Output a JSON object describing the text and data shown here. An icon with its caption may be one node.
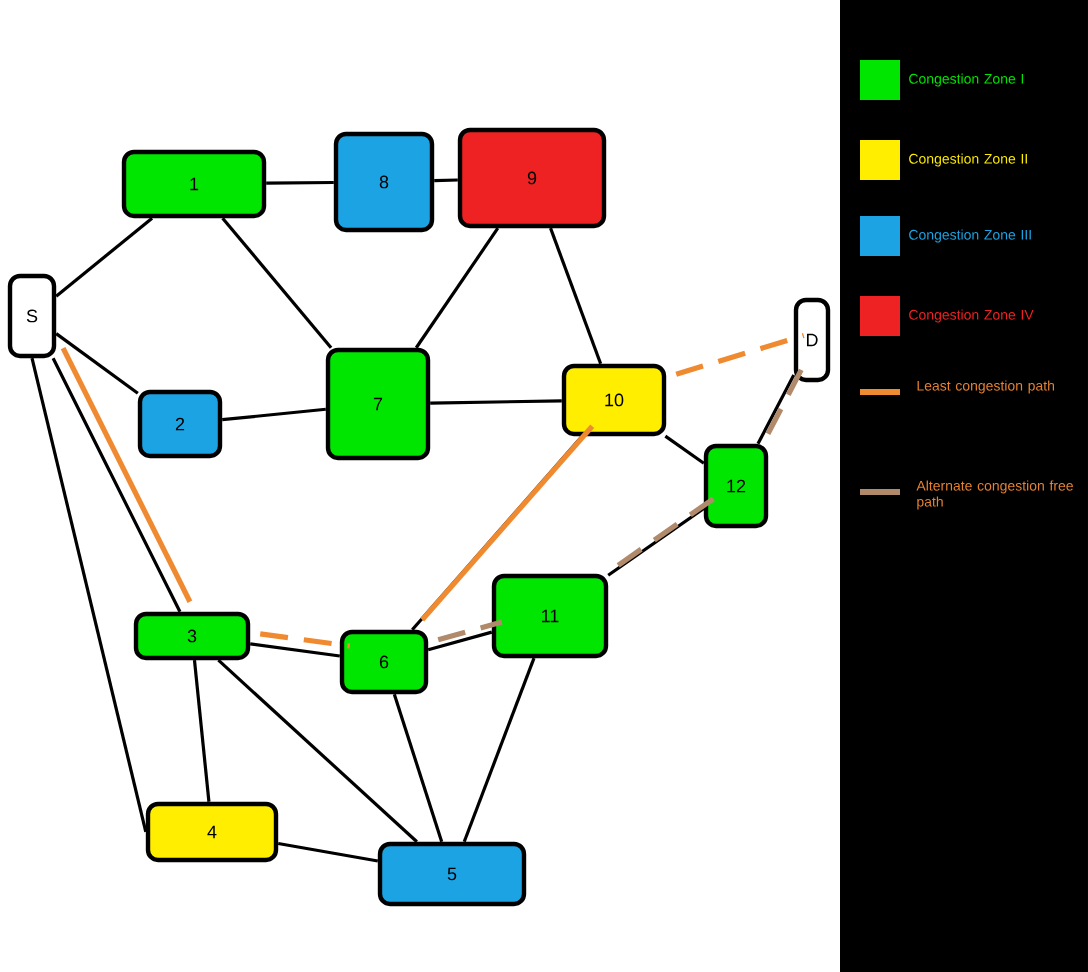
{
  "diagram": {
    "nodes": [
      {
        "text": [
          "S"
        ]
      },
      {
        "text": [
          "1"
        ]
      },
      {
        "text": [
          "8"
        ]
      },
      {
        "text": [
          "9"
        ]
      },
      {
        "text": [
          "2"
        ]
      },
      {
        "text": [
          "7"
        ]
      },
      {
        "text": [
          "10"
        ]
      },
      {
        "text": [
          "D"
        ]
      },
      {
        "text": [
          "12"
        ]
      },
      {
        "text": [
          "3"
        ]
      },
      {
        "text": [
          "6"
        ]
      },
      {
        "text": [
          "11"
        ]
      },
      {
        "text": [
          "4"
        ]
      },
      {
        "text": [
          "5"
        ]
      }
    ],
    "edges": [
      {
        "from": 0,
        "to": 1,
        "arrow": "none"
      },
      {
        "from": 0,
        "to": 4,
        "arrow": "none"
      },
      {
        "from": 0,
        "to": 9,
        "arrow": "none"
      },
      {
        "from": 0,
        "to": 12,
        "arrow": "none"
      },
      {
        "from": 1,
        "to": 2,
        "arrow": "none"
      },
      {
        "from": 2,
        "to": 3,
        "arrow": "none"
      },
      {
        "from": 1,
        "to": 5,
        "arrow": "none"
      },
      {
        "from": 3,
        "to": 5,
        "arrow": "none"
      },
      {
        "from": 3,
        "to": 6,
        "arrow": "none"
      },
      {
        "from": 4,
        "to": 5,
        "arrow": "none"
      },
      {
        "from": 5,
        "to": 6,
        "arrow": "none"
      },
      {
        "from": 6,
        "to": 8,
        "arrow": "none"
      },
      {
        "from": 8,
        "to": 7,
        "arrow": "none"
      },
      {
        "from": 9,
        "to": 10,
        "arrow": "none"
      },
      {
        "from": 10,
        "to": 6,
        "arrow": "none"
      },
      {
        "from": 10,
        "to": 11,
        "arrow": "none"
      },
      {
        "from": 11,
        "to": 8,
        "arrow": "none"
      },
      {
        "from": 9,
        "to": 12,
        "arrow": "none"
      },
      {
        "from": 9,
        "to": 13,
        "arrow": "none"
      },
      {
        "from": 12,
        "to": 13,
        "arrow": "none"
      },
      {
        "from": 10,
        "to": 13,
        "arrow": "none"
      },
      {
        "from": 11,
        "to": 13,
        "arrow": "none"
      },
      {
        "from": 0,
        "to": 9,
        "arrow": "none",
        "color": "#f08a30"
      },
      {
        "from": 9,
        "to": 10,
        "arrow": "none",
        "style": "dashed",
        "color": "#f08a30"
      },
      {
        "from": 10,
        "to": 6,
        "arrow": "none",
        "color": "#f08a30"
      },
      {
        "from": 6,
        "to": 7,
        "arrow": "none",
        "style": "dashed",
        "color": "#f08a30"
      },
      {
        "from": 10,
        "to": 11,
        "arrow": "none",
        "style": "dashed",
        "color": "#b08a6a"
      },
      {
        "from": 11,
        "to": 8,
        "arrow": "none",
        "style": "dashed",
        "color": "#b08a6a"
      },
      {
        "from": 8,
        "to": 7,
        "arrow": "none",
        "style": "dashed",
        "color": "#b08a6a"
      }
    ],
    "legend": [
      {
        "text": "Congestion Zone I",
        "color": "#00e600"
      },
      {
        "text": "Congestion Zone II",
        "color": "#ffee00"
      },
      {
        "text": "Congestion Zone III",
        "color": "#1ca3e3"
      },
      {
        "text": "Congestion Zone IV",
        "color": "#ee2222"
      },
      {
        "text": "Least congestion path"
      },
      {
        "text": "Alternate congestion free path"
      }
    ]
  }
}
